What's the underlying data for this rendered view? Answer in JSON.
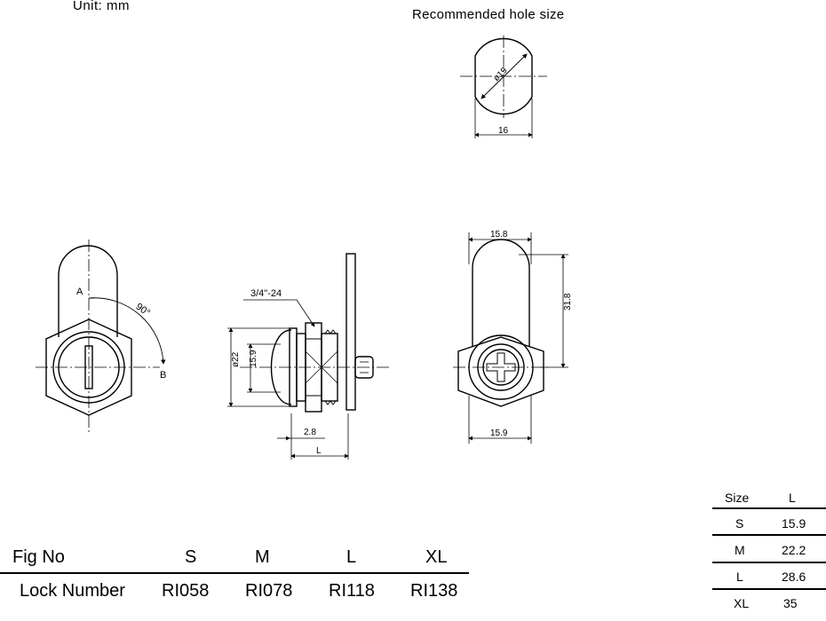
{
  "unit_label": "Unit: mm",
  "hole": {
    "title": "Recommended hole size",
    "diameter_label": "ø19",
    "width_label": "16"
  },
  "front_view": {
    "label_a": "A",
    "label_b": "B",
    "angle_label": "90°"
  },
  "side_view": {
    "thread_label": "3/4\"-24",
    "dia_label": "ø22",
    "height_label": "15.9",
    "thickness_label": "2.8",
    "length_label": "L"
  },
  "rear_view": {
    "top_width_label": "15.8",
    "height_label": "31.8",
    "bottom_width_label": "15.9"
  },
  "fig_table": {
    "header": {
      "label": "Fig No",
      "cols": [
        "S",
        "M",
        "L",
        "XL"
      ]
    },
    "row": {
      "label": "Lock Number",
      "cols": [
        "RI058",
        "RI078",
        "RI118",
        "RI138"
      ]
    }
  },
  "size_table": {
    "headers": [
      "Size",
      "L"
    ],
    "rows": [
      {
        "size": "S",
        "l": "15.9"
      },
      {
        "size": "M",
        "l": "22.2"
      },
      {
        "size": "L",
        "l": "28.6"
      },
      {
        "size": "XL",
        "l": "35"
      }
    ]
  }
}
